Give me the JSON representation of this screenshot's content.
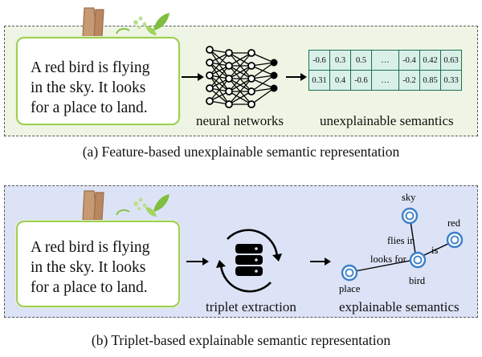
{
  "panel_a": {
    "text_lines": [
      "A red bird is flying",
      "in the sky. It looks",
      "for a place to land."
    ],
    "network_label": "neural networks",
    "semantics_label": "unexplainable semantics",
    "matrix_rows": [
      [
        "-0.6",
        "0.3",
        "0.5",
        "…",
        "-0.4",
        "0.42",
        "0.63"
      ],
      [
        "0.31",
        "0.4",
        "-0.6",
        "…",
        "-0.2",
        "0.85",
        "0.33"
      ]
    ],
    "caption": "(a) Feature-based unexplainable semantic representation"
  },
  "panel_b": {
    "text_lines": [
      "A red bird is flying",
      "in the sky. It looks",
      "for a place to land."
    ],
    "extraction_label": "triplet extraction",
    "semantics_label": "explainable semantics",
    "graph": {
      "nodes": [
        "sky",
        "red",
        "place",
        "bird"
      ],
      "edges": [
        "flies in",
        "is",
        "looks for"
      ]
    },
    "caption": "(b) Triplet-based explainable semantic representation"
  },
  "colors": {
    "panel_a_bg": "#eef5e4",
    "panel_b_bg": "#dde3f6",
    "card_border": "#9ccf52",
    "node_color": "#3b80c9",
    "matrix_fill": "#d9f0e9"
  }
}
